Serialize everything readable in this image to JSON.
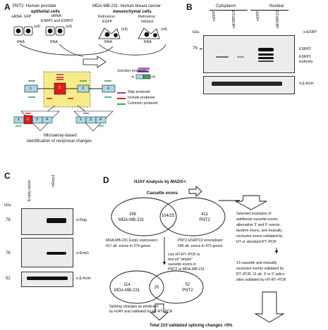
{
  "panels": {
    "a": "A",
    "b": "B",
    "c": "C",
    "d": "D"
  },
  "panel_a": {
    "pnt2_title": "PNT2: Human prostate",
    "pnt2_sub": "epithelial cells",
    "mda_title": "MDA-MB-231: Human breast cancer",
    "mda_sub": "mesenchymal cells",
    "sirna_gfp": "siRNA: GFP",
    "sirna_esrp_1": "siRNA:",
    "sirna_esrp_2": "ESRP1 and ESRP2",
    "retro_egfp_1": "Retrovirus:",
    "retro_egfp_2": "EGFP",
    "retro_mesrp_1": "Retrovirus:",
    "retro_mesrp_2": "mEsrp1",
    "x4": "(x4)",
    "rna": "RNA",
    "junction": "Junction probeset",
    "minus4": "−4",
    "plus4": "+4",
    "exons": [
      "1",
      "2",
      "3",
      "4"
    ],
    "legend": [
      "Skip probeset",
      "Include probeset",
      "Common probeset"
    ],
    "caption_1": "Microarray-based",
    "caption_2": "identification of reciprocal changes",
    "colors": {
      "skip": "#8a3fb0",
      "include": "#d11f1f",
      "common": "#3aa35a",
      "exon": "#a9d8e4",
      "exon_hl": "#e01b1b",
      "box": "#f7ec8a"
    }
  },
  "panel_b": {
    "cyto": "Cytoplasm",
    "nuc": "Nuclear",
    "lanes": [
      "siGFP",
      "siESRP1/2",
      "siGFP",
      "siESRP1/2"
    ],
    "kda": "kDa",
    "mw": "76",
    "antibody": "α-ESRP",
    "esrp2": "ESRP2",
    "esrp1_1": "ESRP1",
    "esrp1_2": "isoforms",
    "actin": "α-β Actin"
  },
  "panel_c": {
    "lanes": [
      "Empty vector",
      "mEsrp1"
    ],
    "kda": "kDa",
    "mw1": "76",
    "mw2": "76",
    "mw3": "52",
    "flag": "α-Flag",
    "esrp1": "α-Esrp1",
    "actin": "α-β Actin"
  },
  "panel_d": {
    "title": "HJAY Analysis by MADS+:",
    "cassette": "Cassette exons",
    "v1_left_n": "288",
    "v1_left": "MDA-MB-231",
    "v1_mid": "104/25",
    "v1_right_n": "411",
    "v1_right": "PNT2",
    "mda_expr_1": "MDA-MB-231 Esrp1 expression:",
    "mda_expr_2": "417 alt. exons in 374 genes",
    "pnt2_kd_1": "PNT2 ESRP1/2 knockdown:",
    "pnt2_kd_2": "540 alt. exons in 473 genes",
    "use_1": "Use HT-RT–PCR to",
    "use_2": "test all \"simple\"",
    "use_3": "cassette exons in",
    "use_4": "PNT2 or MDA-MB-231",
    "v2_left_n": "114",
    "v2_left": "MDA-MB-231",
    "v2_mid": "20",
    "v2_right_n": "52",
    "v2_right": "PNT2",
    "splice_1": "Splicing changes as predicted",
    "splice_2": "by HJAY and validated by HT-RT–PCR",
    "selected": [
      "Selected examples of",
      "additional cassette exons,",
      "alternative 3′ and 5′ events,",
      "tandem exons, and mutually",
      "exclusive exons validated by",
      "HT or standard RT–PCR"
    ],
    "val": [
      "13 cassette and mutually",
      "exclusive events validated by",
      "RT–PCR.  11 alt. 3′ or 5′ splice",
      "sites validated by HT-RT–PCR"
    ],
    "total": "Total 210 validated splicing changes >5%"
  }
}
